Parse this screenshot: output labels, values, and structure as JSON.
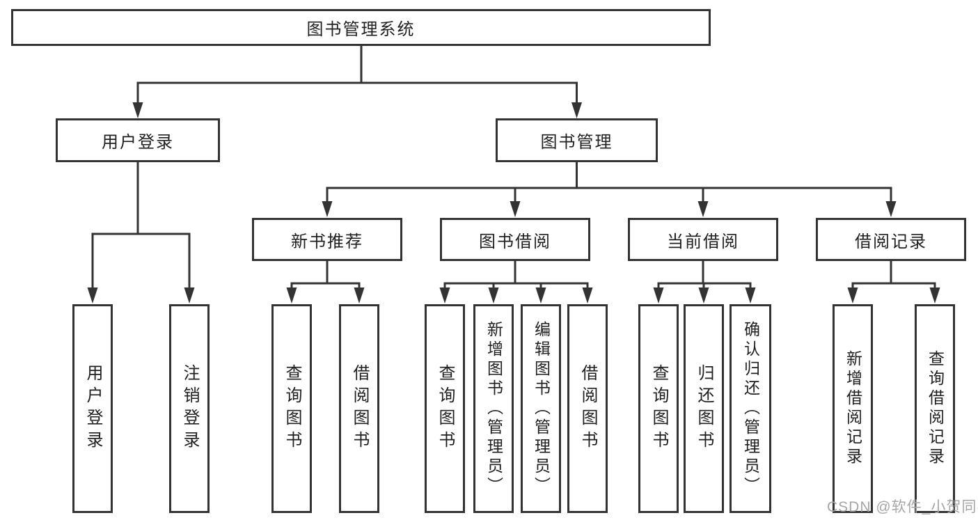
{
  "diagram": {
    "root": {
      "label": "图书管理系统"
    },
    "level2": {
      "user_login": {
        "label": "用户登录"
      },
      "book_mgmt": {
        "label": "图书管理"
      }
    },
    "level3": {
      "new_book_rec": {
        "label": "新书推荐"
      },
      "book_borrow": {
        "label": "图书借阅"
      },
      "current_borrow": {
        "label": "当前借阅"
      },
      "borrow_records": {
        "label": "借阅记录"
      }
    },
    "leaves": {
      "user_login_leaf": {
        "label": "用户登录",
        "parent": "用户登录"
      },
      "logout_leaf": {
        "label": "注销登录",
        "parent": "用户登录"
      },
      "nb_query": {
        "label": "查询图书",
        "parent": "新书推荐"
      },
      "nb_borrow": {
        "label": "借阅图书",
        "parent": "新书推荐"
      },
      "bb_query": {
        "label": "查询图书",
        "parent": "图书借阅"
      },
      "bb_add": {
        "label": "新增图书（管理员）",
        "parent": "图书借阅"
      },
      "bb_edit": {
        "label": "编辑图书（管理员）",
        "parent": "图书借阅"
      },
      "bb_borrow": {
        "label": "借阅图书",
        "parent": "图书借阅"
      },
      "cb_query": {
        "label": "查询图书",
        "parent": "当前借阅"
      },
      "cb_return": {
        "label": "归还图书",
        "parent": "当前借阅"
      },
      "cb_confirm": {
        "label": "确认归还（管理员）",
        "parent": "当前借阅"
      },
      "br_add": {
        "label": "新增借阅记录",
        "parent": "借阅记录"
      },
      "br_query": {
        "label": "查询借阅记录",
        "parent": "借阅记录"
      }
    },
    "line_color": "#333333",
    "background_color": "#ffffff"
  },
  "watermark": "CSDN @软件_小贺同学"
}
